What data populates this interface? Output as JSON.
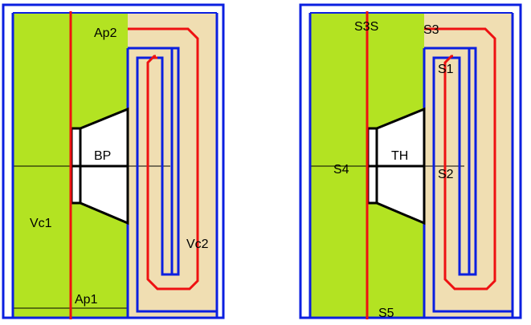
{
  "colors": {
    "chamber": "#b3e322",
    "duct": "#f0deb2",
    "wall": "#0b1fe0",
    "path": "#ee1111",
    "driver": "#000000",
    "driver_fill": "#ffffff",
    "line": "#000000",
    "background": "#ffffff"
  },
  "left": {
    "labels": {
      "ap2": "Ap2",
      "bp": "BP",
      "vc1": "Vc1",
      "vc2": "Vc2",
      "ap1": "Ap1"
    }
  },
  "right": {
    "labels": {
      "s3s": "S3S",
      "s3": "S3",
      "s1": "S1",
      "th": "TH",
      "s4": "S4",
      "s2": "S2",
      "s5": "S5"
    }
  }
}
